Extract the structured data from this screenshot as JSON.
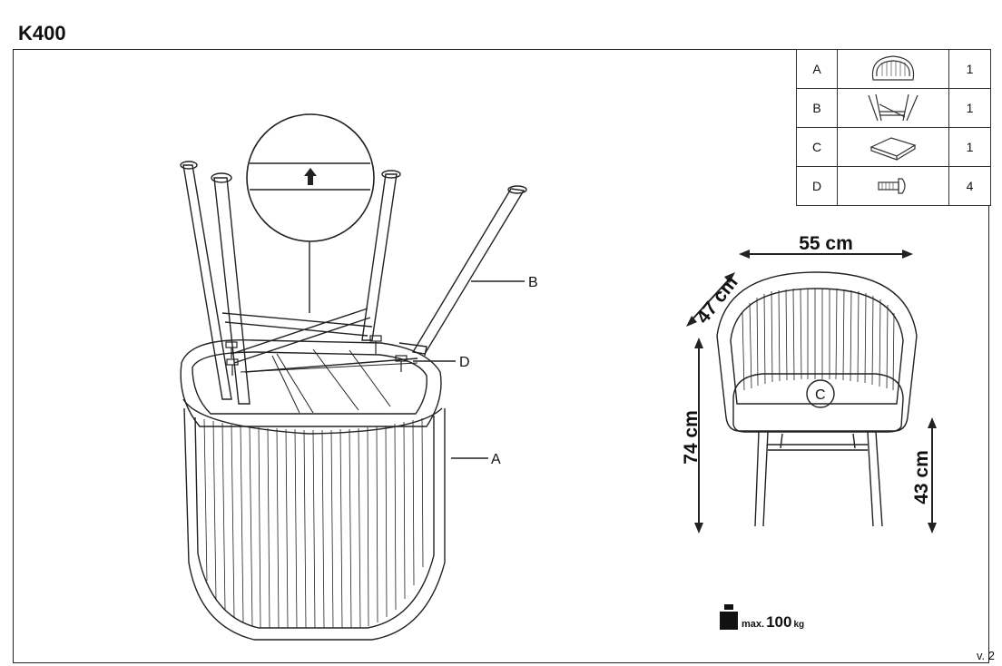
{
  "title": "K400",
  "version": "v. 2",
  "parts": [
    {
      "letter": "A",
      "icon": "chair-seat-shell-icon",
      "qty": "1"
    },
    {
      "letter": "B",
      "icon": "leg-frame-icon",
      "qty": "1"
    },
    {
      "letter": "C",
      "icon": "cushion-icon",
      "qty": "1"
    },
    {
      "letter": "D",
      "icon": "bolt-icon",
      "qty": "4"
    }
  ],
  "callouts": {
    "a": "A",
    "b": "B",
    "d": "D",
    "c": "C"
  },
  "dimensions": {
    "width": "55 cm",
    "depth": "47 cm",
    "height": "74 cm",
    "seat_height": "43 cm"
  },
  "max_load": {
    "prefix": "max.",
    "value": "100",
    "unit": "kg"
  }
}
